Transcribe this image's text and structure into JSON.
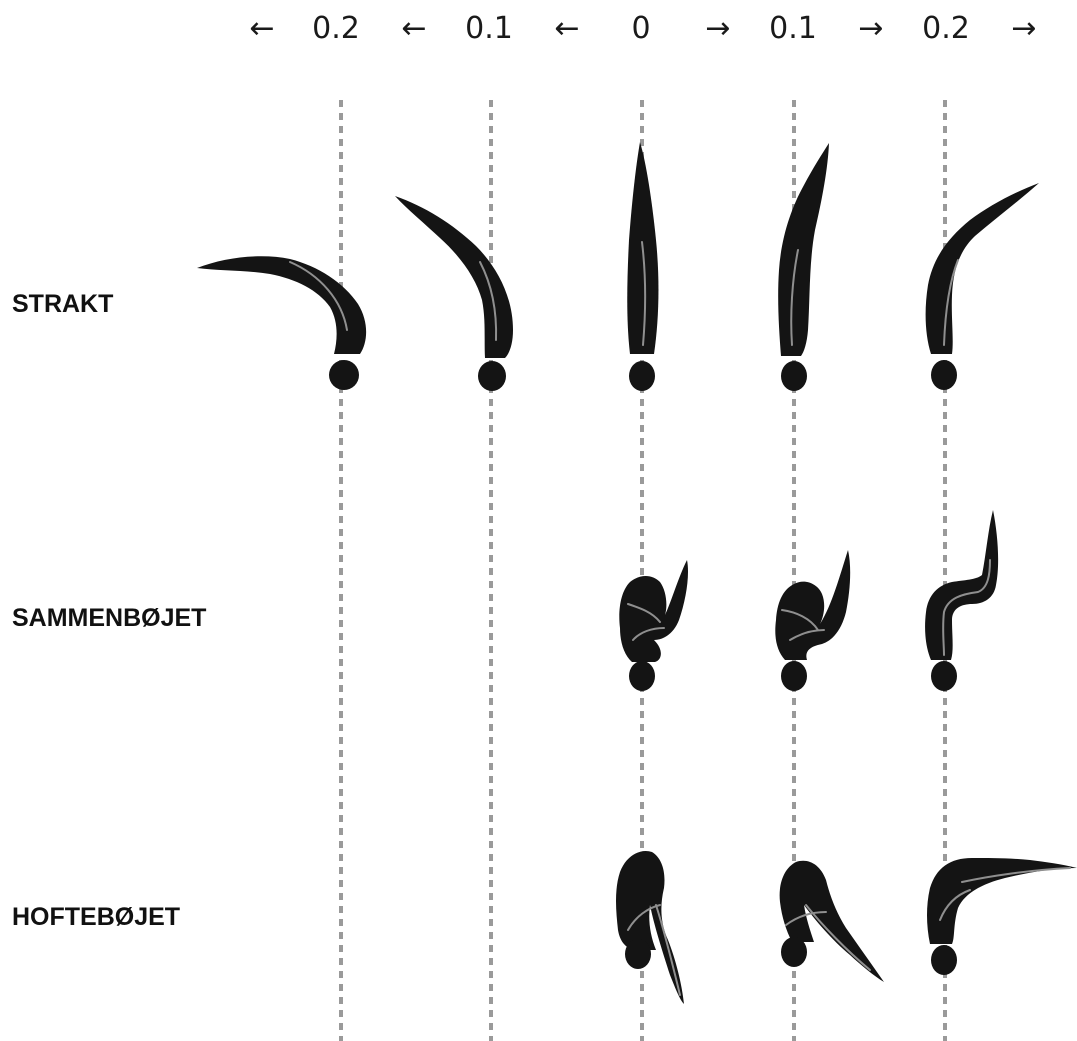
{
  "scale": {
    "arrows": [
      "←",
      "←",
      "←",
      "→",
      "→",
      "→"
    ],
    "columns": [
      "0.2",
      "0.1",
      "0",
      "0.1",
      "0.2"
    ]
  },
  "rows": [
    "STRAKT",
    "SAMMENBØJET",
    "HOFTEBØJET"
  ]
}
